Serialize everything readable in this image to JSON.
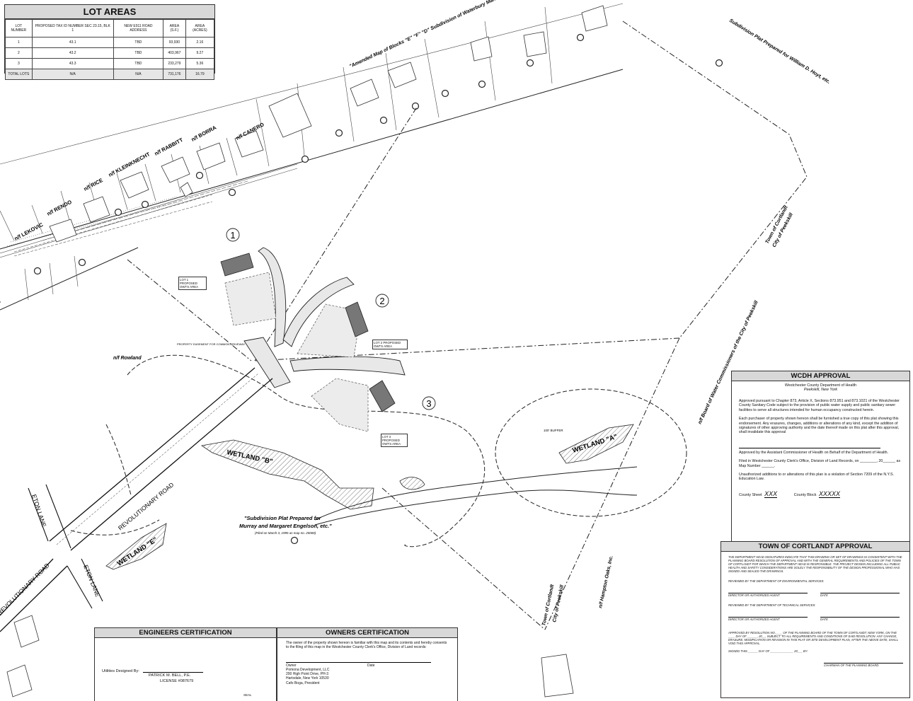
{
  "lot_areas": {
    "title": "LOT AREAS",
    "headers": [
      "LOT NUMBER",
      "PROPOSED TAX ID NUMBER SEC 23.15, BLK 1",
      "NEW E911 ROAD ADDRESS",
      "AREA (S.F.)",
      "AREA (ACRES)"
    ],
    "rows": [
      [
        "1",
        "43.1",
        "TBD",
        "93,930",
        "2.16"
      ],
      [
        "2",
        "43.2",
        "TBD",
        "403,967",
        "9.27"
      ],
      [
        "3",
        "43.3",
        "TBD",
        "233,279",
        "5.36"
      ]
    ],
    "total": [
      "TOTAL LOTS",
      "N/A",
      "N/A",
      "731,176",
      "16.79"
    ]
  },
  "wcdh": {
    "title": "WCDH APPROVAL",
    "dept": "Westchester County Department of Health",
    "city": "Peekskill, New York",
    "p1": "Approved pursuant to Chapter 873, Article X, Sections 873.951 and 873.1021 of the Westchester County Sanitary Code subject to the provision of public water supply and public sanitary sewer facilities to serve all structures intended for human occupancy constructed herein.",
    "p2": "Each purchaser of property shown hereon shall be furnished a true copy of this plat showing this endorsement. Any erasures, changes, additions or alterations of any kind, except the addition of signatures of other approving authority and the date thereof made on this plat after this approval, shall invalidate this approval",
    "p3": "Approved by the Assistant Commissioner of Health on Behalf of the Department of Health.",
    "p4": "Filed in Westchester County Clerk's Office, Division of Land Records, on ________, 20______ as Map Number ______.",
    "p5": "Unauthorized additions to or alterations of this plan is a violation of Section 7209 of the N.Y.S. Education Law.",
    "sheet_label": "County Sheet",
    "sheet_value": "XXX",
    "block_label": "County Block",
    "block_value": "XXXXX"
  },
  "cortlandt": {
    "title": "TOWN OF CORTLANDT APPROVAL",
    "p1": "THE DEPARTMENT HEAD SIGNATURES INDICATE THAT THIS DRAWING OR SET OF DRAWINGS IS CONSISTENT WITH THE PLANNING BOARD RESOLUTION OF APPROVAL AND WITH THE GENERAL REQUIREMENTS AND POLICIES OF THE TOWN OF CORTLANDT FOR WHICH THE DEPARTMENT HEAD IS RESPONSIBLE. THE PROJECT DESIGN INCLUDING ALL PUBLIC HEALTH AND SAFETY CONSIDERATIONS ARE SOLELY THE RESPONSIBILITY OF THE DESIGN PROFESSIONAL WHO HAS SIGNED AND SEALED THE DRAWINGS.",
    "env": "REVIEWED BY THE DEPARTMENT OF ENVIRONMENTAL SERVICES:",
    "tech": "REVIEWED BY THE DEPARTMENT OF TECHNICAL SERVICES:",
    "agent": "DIRECTOR OR AUTHORIZED AGENT",
    "date": "DATE",
    "resolution": "APPROVED BY RESOLUTION NO.____ OF THE PLANNING BOARD OF THE TOWN OF CORTLANDT, NEW YORK, ON THE ____ DAY OF ______, 20__, SUBJECT TO ALL REQUIREMENTS AND CONDITIONS OF SAID RESOLUTION. ANY CHANGE, ERASURE, MODIFICATION OR REVISION IN THIS PLAT OR SITE DEVELOPMENT PLAN, AFTER THE ABOVE DATE, SHALL VOID THIS APPROVAL.",
    "signed": "SIGNED THIS ______ DAY OF ______________ 20___ BY:",
    "chairman": "CHAIRMAN OF THE PLANNING BOARD"
  },
  "engineers": {
    "title": "ENGINEERS CERTIFICATION",
    "designed": "Utilities Designed By:",
    "name": "PATRICK M. BELL, P.E.",
    "license": "LICENSE #087679",
    "seal": "SEAL"
  },
  "owners": {
    "title": "OWNERS CERTIFICATION",
    "text": "The owner of the property shown hereon is familiar with this map and its contents and hereby consents to the filing of this map in the Westchester County Clerk's Office, Division of Land records:",
    "owner_label": "Owner",
    "date_label": "Date",
    "lines": [
      "Pomona Development, LLC",
      "200 High Point Drive, PH-3",
      "Hartsdale, New York 10530",
      "Cafo Boga, President"
    ]
  },
  "map": {
    "lot_numbers": [
      "1",
      "2",
      "3"
    ],
    "wetlands": [
      "WETLAND \"B\"",
      "WETLAND \"A\"",
      "WETLAND \"E\""
    ],
    "roads": [
      "REVOLUTIONARY ROAD",
      "ETON LANE",
      "ETON LANE",
      "REVOLUTIONARY ROAD"
    ],
    "neighbors": [
      "n/f LEKOVIC",
      "n/f RENDO",
      "n/f RICE",
      "n/f KLEINKNECHT",
      "n/f RABBITT",
      "n/f BORRA",
      "n/f CANERO"
    ],
    "rowland": "n/f Rowland",
    "lot1_owts": "LOT 1 PROPOSED OWTS AREA",
    "lot2_owts": "LOT 2 PROPOSED OWTS AREA",
    "lot3_owts": "LOT 3 PROPOSED OWTS AREA",
    "easement": "PROPERTY EASEMENT FOR COMMON DRIVEWAY",
    "buffer": "100' BUFFER",
    "amended_map": "\"Amended Map of Blocks \"E\" \"F\" \"D\" Subdivision of Waterbury Manor, etc.\"",
    "hoyt": "Subdivision Plat Prepared for William D. Hoyt, etc.",
    "engelson_1": "\"Subdivision Plat Prepared for",
    "engelson_2": "Murray and Margaret Engelson, etc.\"",
    "engelson_filed": "(Filed on March 3, 1995 as map no. 25000)",
    "board": "n/f Board of Water Commissioners of the City of Peekskill",
    "town_line_1": "Town of Cortlandt",
    "town_line_2": "City of Peekskill",
    "hampton": "n/f Hampton Oaks, Inc."
  }
}
